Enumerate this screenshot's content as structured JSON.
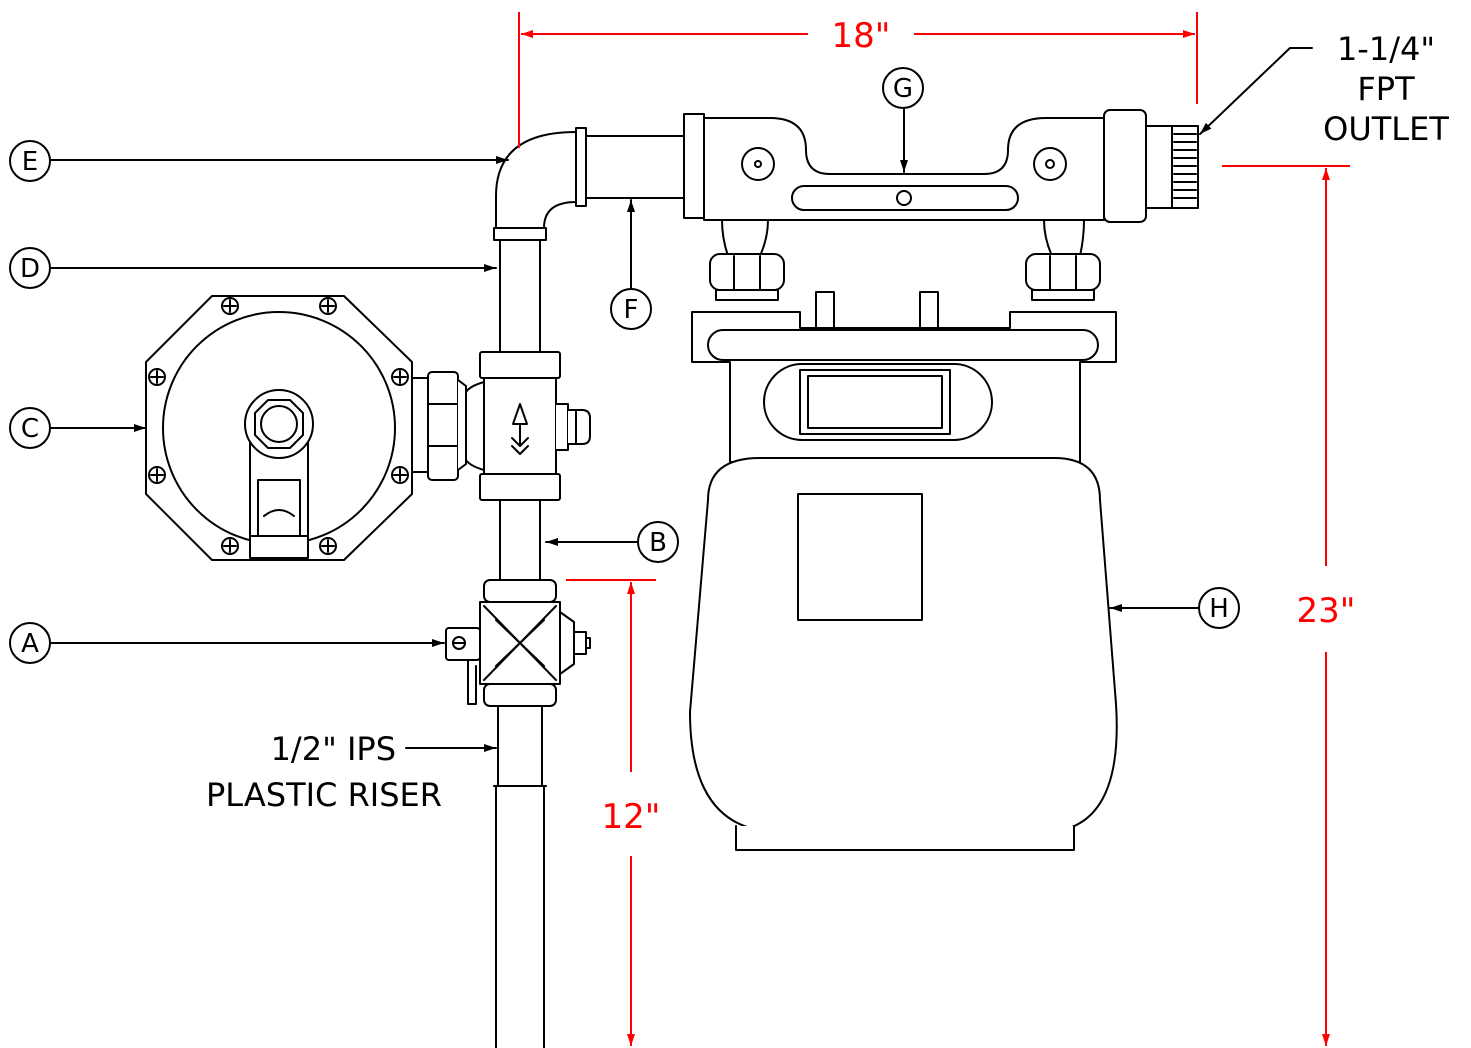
{
  "callouts": {
    "A": "A",
    "B": "B",
    "C": "C",
    "D": "D",
    "E": "E",
    "F": "F",
    "G": "G",
    "H": "H"
  },
  "dimensions": {
    "width": "18\"",
    "height_total": "23\"",
    "height_valve": "12\""
  },
  "labels": {
    "outlet_line1": "1-1/4\"",
    "outlet_line2": "FPT",
    "outlet_line3": "OUTLET",
    "riser_line1": "1/2\" IPS",
    "riser_line2": "PLASTIC RISER"
  },
  "colors": {
    "line": "#000000",
    "dimension": "#ff0000",
    "background": "#ffffff"
  }
}
